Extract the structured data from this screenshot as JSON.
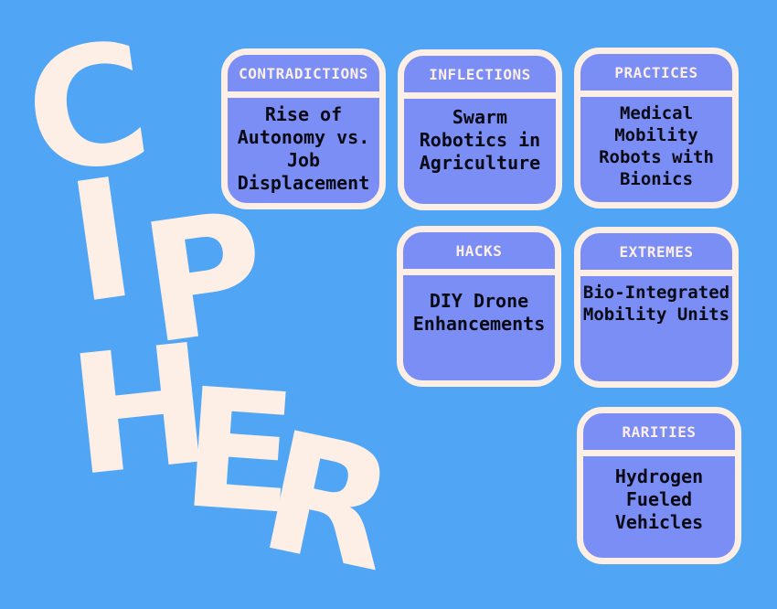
{
  "title_letters": [
    "C",
    "I",
    "P",
    "H",
    "E",
    "R"
  ],
  "cards": [
    {
      "header": "CONTRADICTIONS",
      "body": "Rise of Autonomy vs. Job Displacement"
    },
    {
      "header": "INFLECTIONS",
      "body": "Swarm Robotics in Agriculture"
    },
    {
      "header": "PRACTICES",
      "body": "Medical Mobility Robots with Bionics"
    },
    {
      "header": "HACKS",
      "body": "DIY Drone Enhancements"
    },
    {
      "header": "EXTREMES",
      "body": "Bio-Integrated Mobility Units"
    },
    {
      "header": "RARITIES",
      "body": "Hydrogen Fueled Vehicles"
    }
  ],
  "colors": {
    "background": "#50a5f5",
    "card_fill": "#7a8ef5",
    "card_border": "#fdefe5",
    "letter_color": "#fdefe5",
    "body_text": "#0a0a14"
  }
}
